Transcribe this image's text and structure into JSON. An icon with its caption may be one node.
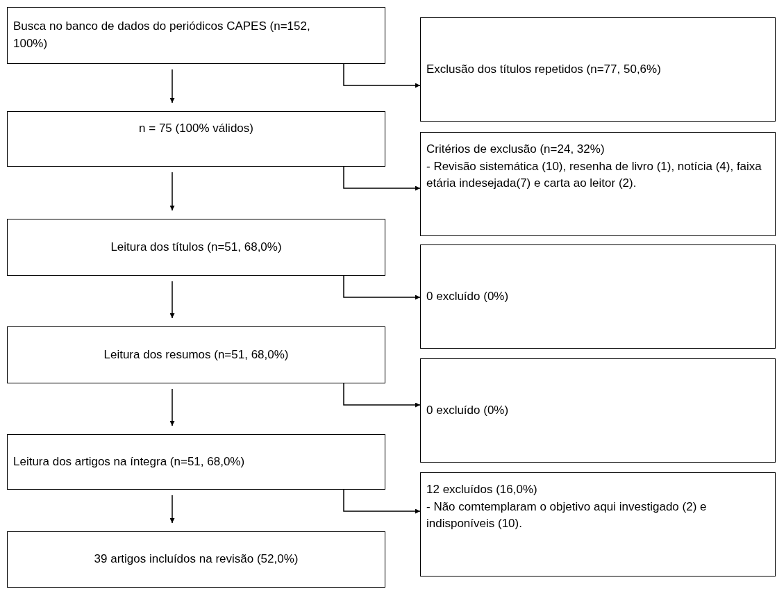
{
  "diagram": {
    "nodes": [
      {
        "text": [
          "Busca no banco de dados do periódicos CAPES (n=152, 100%)"
        ]
      },
      {
        "text": [
          "Exclusão dos títulos repetidos (n=77, 50,6%)"
        ]
      },
      {
        "text": [
          "n = 75 (100% válidos)"
        ]
      },
      {
        "text": [
          "Critérios de exclusão (n=24, 32%)",
          "- Revisão sistemática (10),  resenha de livro (1), notícia (4), faixa etária indesejada(7) e carta ao leitor (2)."
        ]
      },
      {
        "text": [
          "Leitura dos títulos (n=51, 68,0%)"
        ]
      },
      {
        "text": [
          "0 excluído (0%)"
        ]
      },
      {
        "text": [
          "Leitura dos resumos (n=51, 68,0%)"
        ]
      },
      {
        "text": [
          "0 excluído (0%)"
        ]
      },
      {
        "text": [
          "Leitura dos artigos na íntegra (n=51, 68,0%)"
        ]
      },
      {
        "text": [
          "12 excluídos (16,0%)",
          "-  Não comtemplaram o objetivo aqui investigado (2) e indisponíveis (10)."
        ]
      },
      {
        "text": [
          "39 artigos incluídos na revisão (52,0%)"
        ]
      }
    ],
    "edges": [
      {
        "from": 0,
        "to": 2,
        "arrow": "to"
      },
      {
        "from": 0,
        "to": 1,
        "arrow": "to"
      },
      {
        "from": 2,
        "to": 4,
        "arrow": "to"
      },
      {
        "from": 2,
        "to": 3,
        "arrow": "to"
      },
      {
        "from": 4,
        "to": 6,
        "arrow": "to"
      },
      {
        "from": 4,
        "to": 5,
        "arrow": "to"
      },
      {
        "from": 6,
        "to": 8,
        "arrow": "to"
      },
      {
        "from": 6,
        "to": 7,
        "arrow": "to"
      },
      {
        "from": 8,
        "to": 10,
        "arrow": "to"
      },
      {
        "from": 8,
        "to": 9,
        "arrow": "to"
      }
    ]
  }
}
